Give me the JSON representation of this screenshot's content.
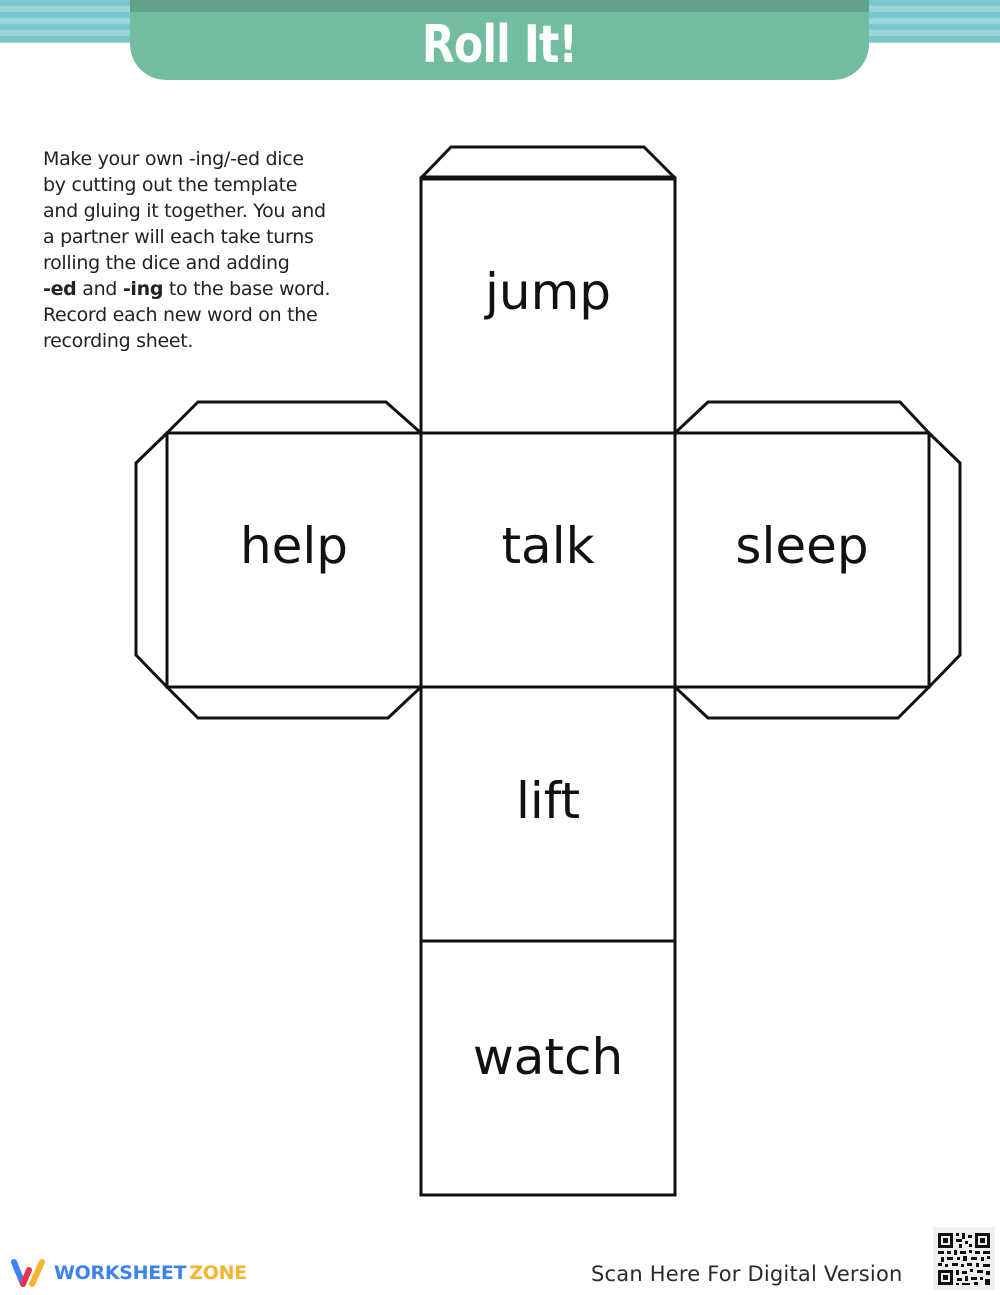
{
  "header": {
    "title": "Roll It!",
    "colors": {
      "banner": "#72bd9f",
      "banner_band": "#62a189",
      "stripe_a": "#7bc8cc",
      "stripe_b": "#9ad6d8"
    }
  },
  "instructions": {
    "line1": "Make your own -ing/-ed dice",
    "line2": "by cutting out the template",
    "line3": "and gluing it together. You and",
    "line4": "a partner will each take turns",
    "line5": "rolling the dice and adding",
    "line6_bold1": "-ed",
    "line6_mid": " and ",
    "line6_bold2": "-ing",
    "line6_end": " to the base word.",
    "line7": "Record each new word on the",
    "line8": "recording sheet."
  },
  "dice_faces": {
    "top": "jump",
    "left": "help",
    "center": "talk",
    "right": "sleep",
    "lower": "lift",
    "bottom": "watch"
  },
  "footer": {
    "logo_part1": "WORKSHEET",
    "logo_part2": "ZONE",
    "scan_text": "Scan Here For Digital Version",
    "qr_icon": "qr-code-icon"
  }
}
